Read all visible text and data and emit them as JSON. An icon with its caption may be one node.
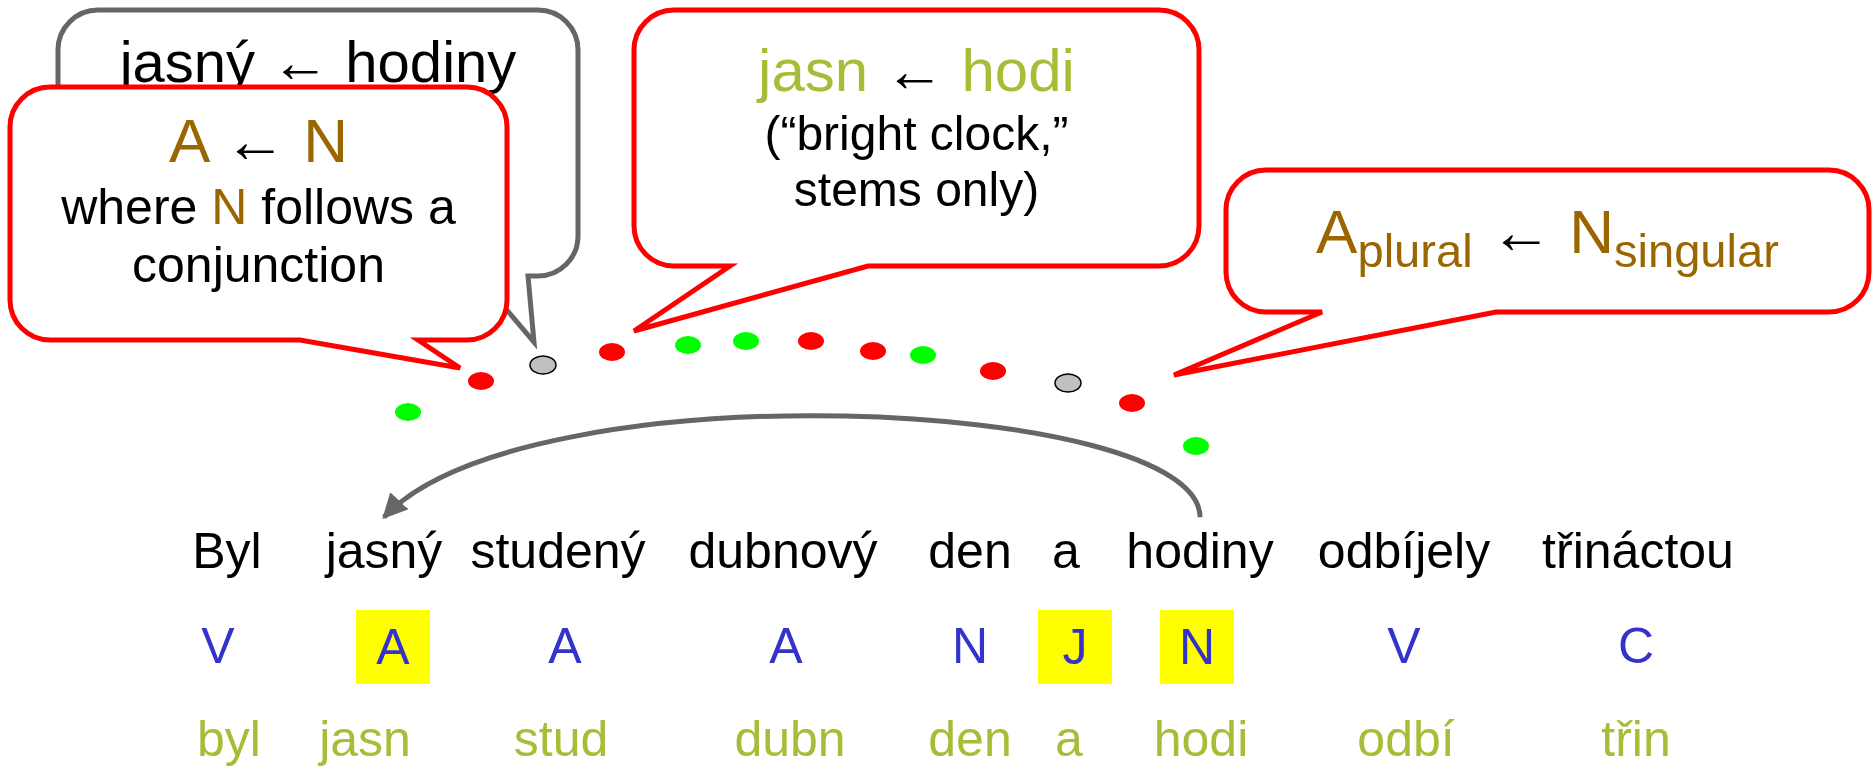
{
  "diagram": {
    "nodes": [
      {
        "text": [
          "jasný ← hodiny"
        ]
      },
      {
        "text": [
          "A ← N",
          "where N follows a conjunction"
        ]
      },
      {
        "text": [
          "jasn ← hodi",
          "(“bright clock,” stems only)"
        ]
      },
      {
        "text": [
          "A$_{plural}$ ← N$_{singular}$"
        ]
      },
      {
        "text": [
          "Byl"
        ]
      },
      {
        "text": [
          "jasný"
        ]
      },
      {
        "text": [
          "studený"
        ]
      },
      {
        "text": [
          "dubnový"
        ]
      },
      {
        "text": [
          "den"
        ]
      },
      {
        "text": [
          "a"
        ]
      },
      {
        "text": [
          "hodiny"
        ]
      },
      {
        "text": [
          "odbíjely"
        ]
      },
      {
        "text": [
          "třináctou"
        ]
      }
    ],
    "edges": [
      {
        "from": 10,
        "to": 5,
        "arrow": "to"
      }
    ],
    "labels": [
      "V",
      "A",
      "A",
      "A",
      "N",
      "J",
      "N",
      "V",
      "C",
      "byl",
      "jasn",
      "stud",
      "dubn",
      "den",
      "a",
      "hodi",
      "odbí",
      "třin"
    ]
  }
}
